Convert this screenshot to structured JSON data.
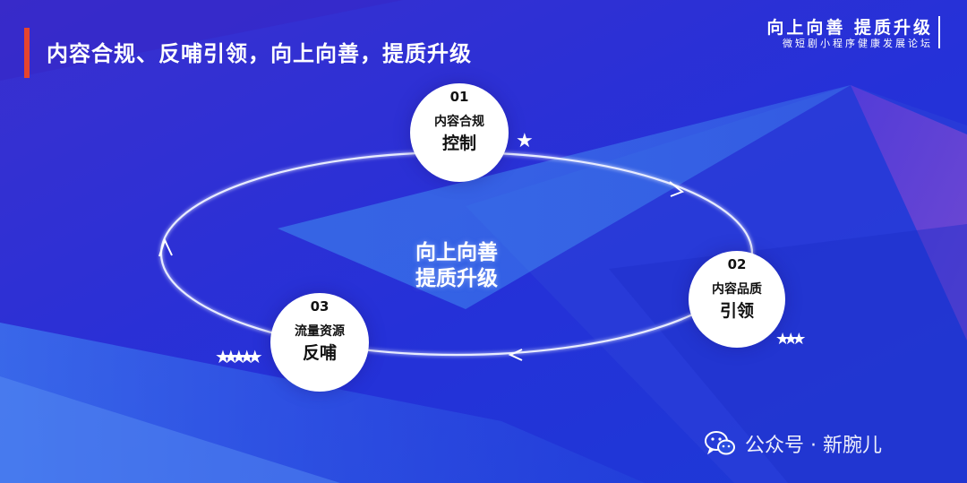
{
  "header": {
    "title": "内容合规、反哺引领，向上向善，提质升级",
    "brand_main": "向上向善  提质升级",
    "brand_sub": "微短剧小程序健康发展论坛"
  },
  "center": {
    "line1": "向上向善",
    "line2": "提质升级"
  },
  "nodes": [
    {
      "num": "01",
      "line1": "内容合规",
      "line2": "控制"
    },
    {
      "num": "02",
      "line1": "内容品质",
      "line2": "引领"
    },
    {
      "num": "03",
      "line1": "流量资源",
      "line2": "反哺"
    }
  ],
  "ratings": {
    "node1_stars": 1,
    "node2_stars": 3,
    "node3_stars": 5
  },
  "watermark": {
    "text": "公众号 · 新腕儿",
    "icon": "wechat-icon"
  },
  "colors": {
    "accent": "#e6452d",
    "background": "#2a28c8",
    "ring": "#e8ecff"
  }
}
